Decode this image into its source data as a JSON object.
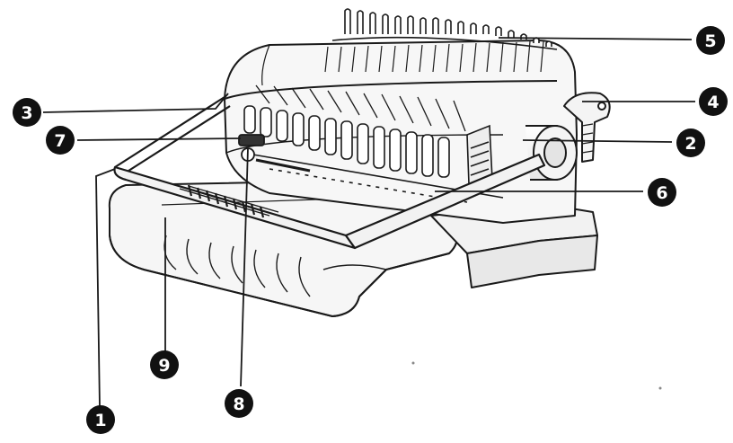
{
  "diagram": {
    "subject": "comb binding machine",
    "colors": {
      "stroke": "#1a1a1a",
      "body_fill": "#f4f4f4",
      "shadow_fill": "#dcdcdc",
      "callout_fill": "#111111",
      "callout_text": "#ffffff"
    },
    "callouts": [
      {
        "id": "c1",
        "label": "1"
      },
      {
        "id": "c2",
        "label": "2"
      },
      {
        "id": "c3",
        "label": "3"
      },
      {
        "id": "c4",
        "label": "4"
      },
      {
        "id": "c5",
        "label": "5"
      },
      {
        "id": "c6",
        "label": "6"
      },
      {
        "id": "c7",
        "label": "7"
      },
      {
        "id": "c8",
        "label": "8"
      },
      {
        "id": "c9",
        "label": "9"
      }
    ]
  }
}
